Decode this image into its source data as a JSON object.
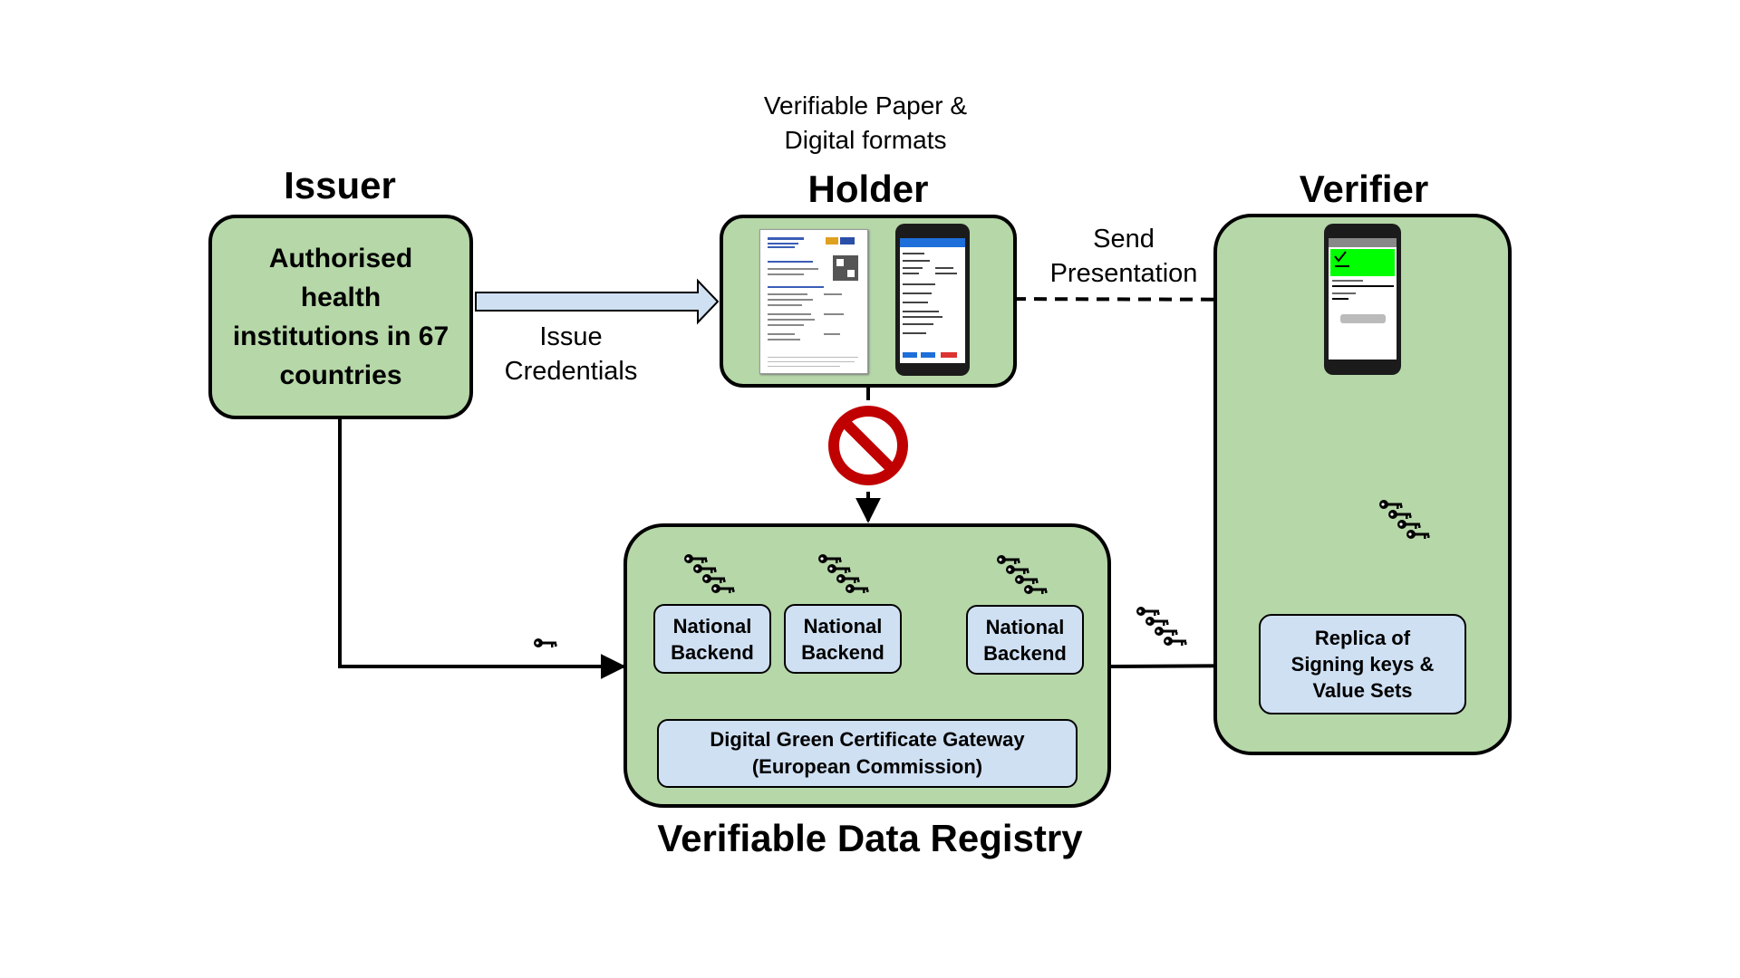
{
  "colors": {
    "green_fill": "#b6d7a8",
    "blue_fill": "#cfe0f3",
    "down_arrow": "#1f4e99",
    "up_arrow": "#c00000",
    "prohibited": "#c00000",
    "valid_green": "#00ff00",
    "app_blue": "#1e6fd9"
  },
  "issuer": {
    "title": "Issuer",
    "box_text": "Authorised\nhealth\ninstitutions in 67\ncountries"
  },
  "holder": {
    "caption": "Verifiable Paper &\nDigital formats",
    "title": "Holder"
  },
  "verifier": {
    "title": "Verifier",
    "replica_text": "Replica of\nSigning keys &\nValue Sets"
  },
  "registry": {
    "title": "Verifiable Data Registry",
    "backends": [
      "National\nBackend",
      "National\nBackend",
      "National\nBackend"
    ],
    "gateway": "Digital Green Certificate Gateway\n(European Commission)"
  },
  "edges": {
    "issue": "Issue\nCredentials",
    "send": "Send\nPresentation"
  },
  "icons": {
    "key": "key-icon",
    "prohibited": "prohibited-icon",
    "phone": "smartphone-icon",
    "paper": "paper-certificate-icon"
  }
}
